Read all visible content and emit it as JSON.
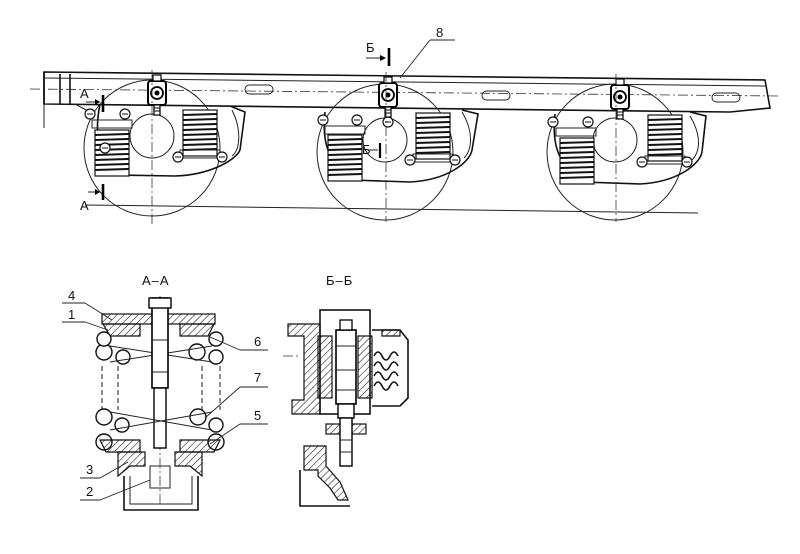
{
  "section_titles": {
    "a_a": "А–А",
    "b_b": "Б–Б"
  },
  "cut_marks": {
    "a_top": "А",
    "a_bottom": "А",
    "b_top": "Б",
    "b_mid": "Б"
  },
  "callouts": {
    "n1": "1",
    "n2": "2",
    "n3": "3",
    "n4": "4",
    "n5": "5",
    "n6": "6",
    "n7": "7",
    "n8": "8"
  },
  "colors": {
    "line": "#111111",
    "background": "#ffffff"
  }
}
